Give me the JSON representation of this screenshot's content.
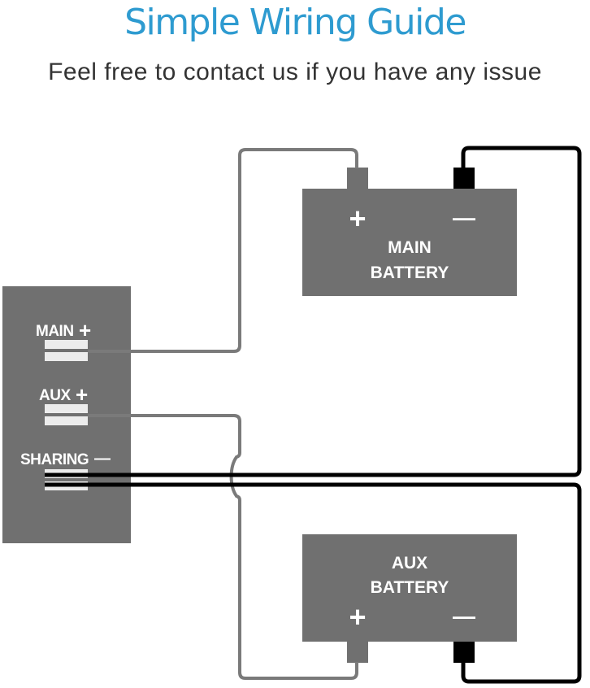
{
  "header": {
    "title": "Simple Wiring Guide",
    "subtitle": "Feel free to contact us if you have any issue"
  },
  "colors": {
    "title": "#2e9bd0",
    "subtitle": "#333333",
    "component_fill": "#707070",
    "positive_wire": "#7a7a7a",
    "negative_wire": "#000000",
    "terminal_pad": "#ececec",
    "label": "#ffffff"
  },
  "module": {
    "terminals": [
      {
        "label": "MAIN",
        "sign": "+"
      },
      {
        "label": "AUX",
        "sign": "+"
      },
      {
        "label": "SHARING",
        "sign": "—"
      }
    ]
  },
  "main_battery": {
    "line1": "MAIN",
    "line2": "BATTERY",
    "positive": "+",
    "negative": "—"
  },
  "aux_battery": {
    "line1": "AUX",
    "line2": "BATTERY",
    "positive": "+",
    "negative": "—"
  }
}
